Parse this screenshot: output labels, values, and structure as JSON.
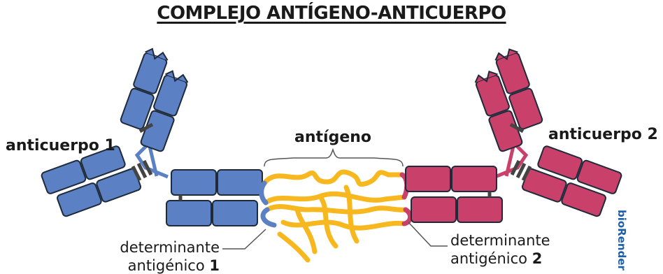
{
  "title": "COMPLEJO ANTÍGENO-ANTICUERPO",
  "labels": {
    "antibody1": "anticuerpo 1",
    "antibody2": "anticuerpo 2",
    "antigen": "antígeno",
    "determinant1_line1": "determinante",
    "determinant1_line2": "antigénico",
    "determinant1_num": "1",
    "determinant2_line1": "determinante",
    "determinant2_line2": "antigénico",
    "determinant2_num": "2"
  },
  "watermark": "bioRender",
  "colors": {
    "antibody1": "#5b80c3",
    "antibody2": "#c9416a",
    "antigen": "#f6b81e",
    "outline": "#1f2a3a",
    "link": "#444444"
  }
}
